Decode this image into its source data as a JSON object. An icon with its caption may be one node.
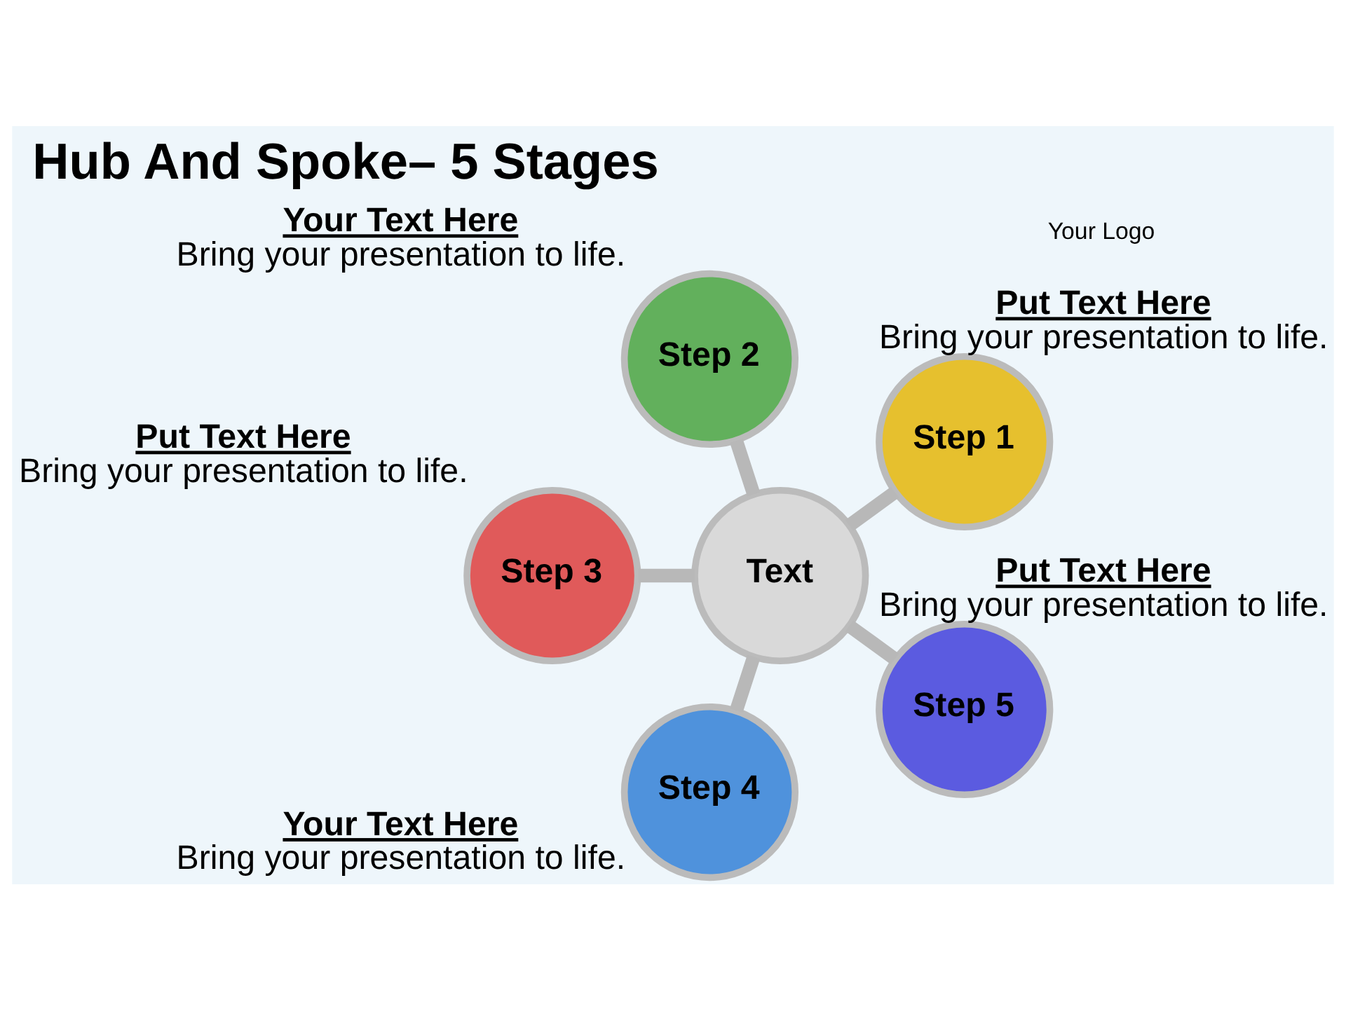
{
  "diagram": {
    "title": "Hub And Spoke– 5 Stages",
    "nodes": [
      {
        "text": [
          "Text"
        ]
      },
      {
        "text": [
          "Step 1"
        ],
        "beside": [
          "Put Text Here",
          "Bring your presentation to life."
        ]
      },
      {
        "text": [
          "Step 2"
        ],
        "beside": [
          "Your Text Here",
          "Bring your presentation to life."
        ]
      },
      {
        "text": [
          "Step 3"
        ],
        "beside": [
          "Put Text Here",
          "Bring your presentation to life."
        ]
      },
      {
        "text": [
          "Step 4"
        ],
        "beside": [
          "Your Text Here",
          "Bring your presentation to life."
        ]
      },
      {
        "text": [
          "Step 5"
        ],
        "beside": [
          "Put Text Here",
          "Bring your presentation to life."
        ]
      }
    ],
    "edges": [
      {
        "from": 0,
        "to": 1,
        "arrow": "none"
      },
      {
        "from": 0,
        "to": 2,
        "arrow": "none"
      },
      {
        "from": 0,
        "to": 3,
        "arrow": "none"
      },
      {
        "from": 0,
        "to": 4,
        "arrow": "none"
      },
      {
        "from": 0,
        "to": 5,
        "arrow": "none"
      }
    ],
    "labels": [
      "Your Logo"
    ]
  }
}
